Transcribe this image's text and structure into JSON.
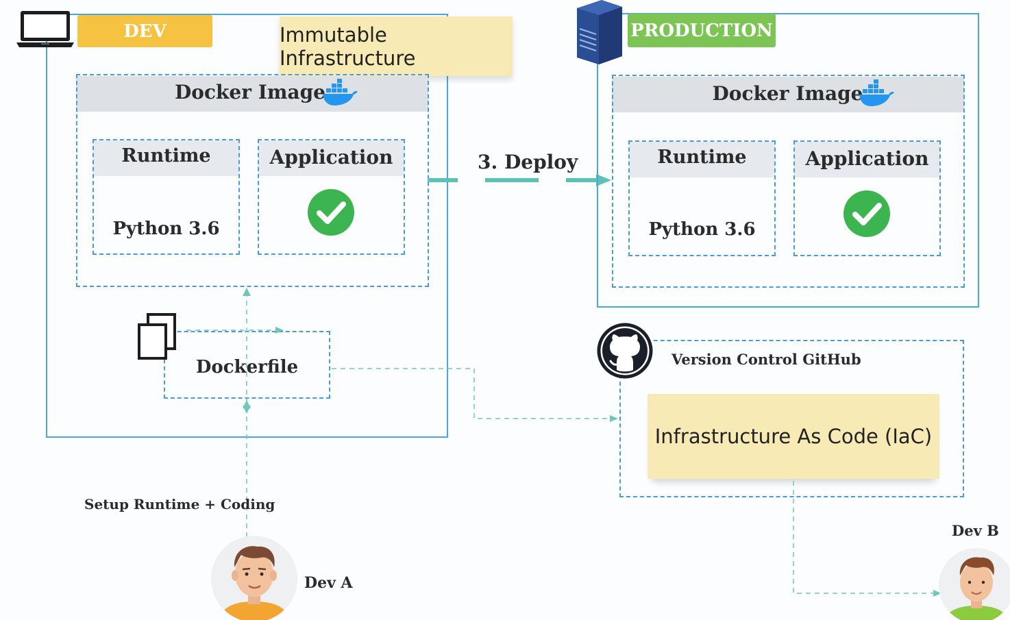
{
  "dev": {
    "tag": "DEV",
    "tag_color": "#f5c242",
    "note": "Immutable Infrastructure",
    "docker_image_title": "Docker Image",
    "runtime_title": "Runtime",
    "runtime_value": "Python 3.6",
    "application_title": "Application",
    "dockerfile_label": "Dockerfile"
  },
  "production": {
    "tag": "PRODUCTION",
    "tag_color": "#7cc454",
    "docker_image_title": "Docker Image",
    "runtime_title": "Runtime",
    "runtime_value": "Python 3.6",
    "application_title": "Application"
  },
  "deploy_label": "3. Deploy",
  "github": {
    "title": "Version Control GitHub",
    "note": "Infrastructure As Code (IaC)"
  },
  "setup_label": "Setup Runtime + Coding",
  "dev_a_label": "Dev A",
  "dev_b_label": "Dev B",
  "colors": {
    "accent_blue": "#4aa7dc",
    "teal_arrow": "#5cc2b5",
    "check_green": "#3cb44f",
    "note_yellow": "#f8eab5",
    "docker_blue": "#2496ed"
  }
}
